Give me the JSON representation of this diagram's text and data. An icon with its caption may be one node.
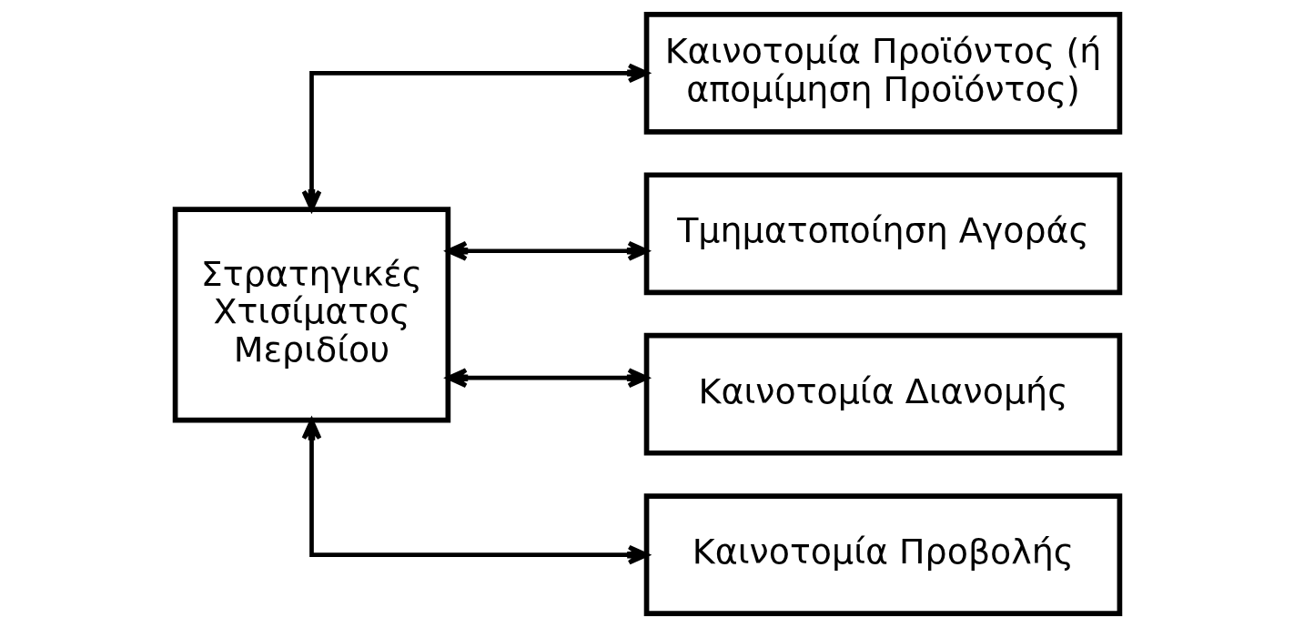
{
  "diagram": {
    "nodes": [
      {
        "text": [
          "Στρατηγικές Χτισίματος Μεριδίου"
        ]
      },
      {
        "text": [
          "Καινοτομία Προϊόντος (ή απομίμηση Προϊόντος)"
        ]
      },
      {
        "text": [
          "Τμηματοποίηση Αγοράς"
        ]
      },
      {
        "text": [
          "Καινοτομία Διανομής"
        ]
      },
      {
        "text": [
          "Καινοτομία Προβολής"
        ]
      }
    ],
    "edges": [
      {
        "from": 0,
        "to": 1,
        "arrow": "both"
      },
      {
        "from": 0,
        "to": 2,
        "arrow": "both"
      },
      {
        "from": 0,
        "to": 3,
        "arrow": "both"
      },
      {
        "from": 0,
        "to": 4,
        "arrow": "both"
      }
    ]
  }
}
